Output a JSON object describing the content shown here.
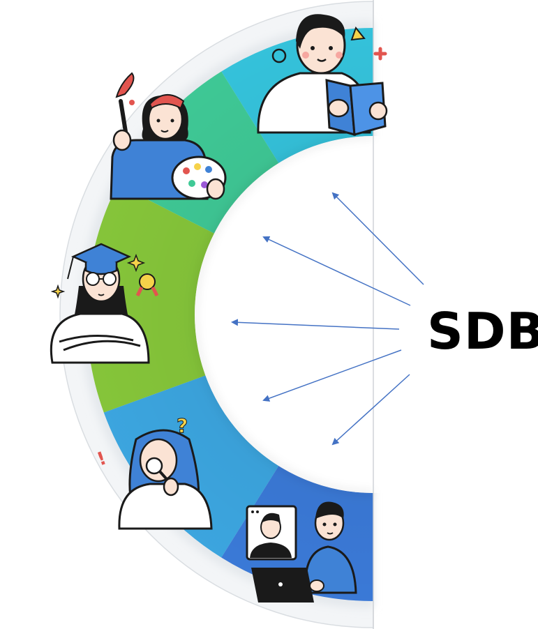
{
  "center_label": "SDB",
  "segments": [
    {
      "id": "reading",
      "icon": "student-reading-book-icon",
      "color": "#35C3DC"
    },
    {
      "id": "painting",
      "icon": "artist-painting-icon",
      "color": "#3FC996"
    },
    {
      "id": "graduate",
      "icon": "graduate-award-icon",
      "color": "#86C63A"
    },
    {
      "id": "thinking",
      "icon": "student-thinking-magnifier-icon",
      "color": "#3CA6E0"
    },
    {
      "id": "video-call",
      "icon": "video-call-laptop-icon",
      "color": "#3B7AD8"
    }
  ],
  "arrow_color": "#4472C4"
}
